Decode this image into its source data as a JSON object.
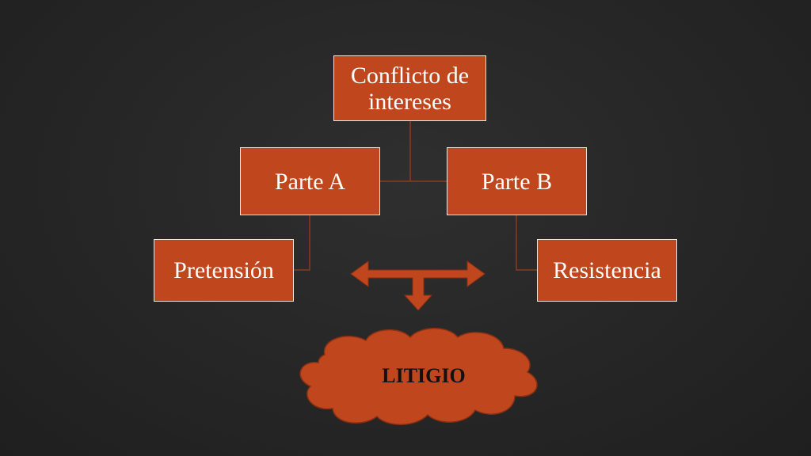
{
  "diagram": {
    "nodes": {
      "conflicto": {
        "line1": "Conflicto de",
        "line2": "intereses"
      },
      "parte_a": "Parte A",
      "parte_b": "Parte B",
      "pretension": "Pretensión",
      "resistencia": "Resistencia",
      "litigio": "LITIGIO"
    },
    "colors": {
      "box_fill": "#c0461d",
      "box_border": "#f0e6e0",
      "connector": "#8e3a1e",
      "arrow": "#c0461d",
      "cloud": "#c0461d",
      "background": "#262626"
    }
  }
}
